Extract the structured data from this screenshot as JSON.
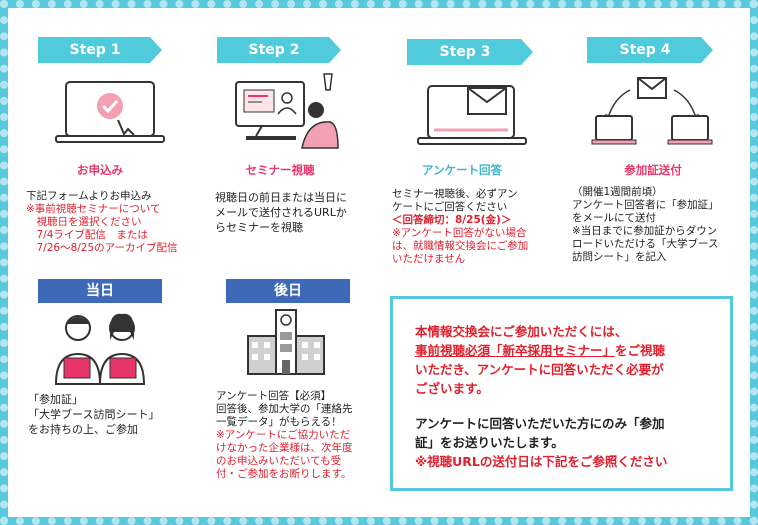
{
  "colors": {
    "frame": "#56c9dd",
    "step_banner": "#4fcbdc",
    "accent_pink": "#e8356a",
    "accent_red": "#e0202d",
    "navy": "#3e68b8"
  },
  "steps": [
    {
      "banner": "Step 1",
      "icon": "laptop-checkmark-icon",
      "title": "お申込み",
      "lines": [
        {
          "text": "下記フォームよりお申込み",
          "color": "black"
        },
        {
          "text": "※事前視聴セミナーについて",
          "color": "red"
        },
        {
          "text": "　視聴日を選択ください",
          "color": "red"
        },
        {
          "text": "　7/4ライブ配信　または",
          "color": "red"
        },
        {
          "text": "　7/26～8/25のアーカイブ配信",
          "color": "red"
        }
      ]
    },
    {
      "banner": "Step 2",
      "icon": "seminar-viewing-icon",
      "title": "セミナー視聴",
      "lines": [
        {
          "text": "視聴日の前日または当日に",
          "color": "black"
        },
        {
          "text": "メールで送付されるURLか",
          "color": "black"
        },
        {
          "text": "らセミナーを視聴",
          "color": "black"
        }
      ]
    },
    {
      "banner": "Step 3",
      "icon": "laptop-mail-icon",
      "title": "アンケート回答",
      "lines": [
        {
          "text": "セミナー視聴後、必ずアン",
          "color": "black"
        },
        {
          "text": "ケートにご回答ください",
          "color": "black"
        },
        {
          "text": "＜回答締切：8/25(金)＞",
          "color": "red"
        },
        {
          "text": "※アンケート回答がない場合",
          "color": "red"
        },
        {
          "text": "は、就職情報交換会にご参加",
          "color": "red"
        },
        {
          "text": "いただけません",
          "color": "red"
        }
      ]
    },
    {
      "banner": "Step 4",
      "icon": "mail-between-laptops-icon",
      "title": "参加証送付",
      "lines": [
        {
          "text": "（開催1週間前頃）",
          "color": "black"
        },
        {
          "text": "アンケート回答者に「参加証」",
          "color": "black"
        },
        {
          "text": "をメールにて送付",
          "color": "black"
        },
        {
          "text": "※当日までに参加証からダウン",
          "color": "black"
        },
        {
          "text": "ロードいただける「大学ブース",
          "color": "black"
        },
        {
          "text": "訪問シート」を記入",
          "color": "black"
        }
      ]
    }
  ],
  "day_of": {
    "banner": "当日",
    "icon": "two-people-with-documents-icon",
    "lines": [
      {
        "text": "「参加証」",
        "color": "black"
      },
      {
        "text": "「大学ブース訪問シート」",
        "color": "black"
      },
      {
        "text": "をお持ちの上、ご参加",
        "color": "black"
      }
    ]
  },
  "after": {
    "banner": "後日",
    "icon": "university-building-icon",
    "lines": [
      {
        "text": "アンケート回答【必須】",
        "color": "black"
      },
      {
        "text": "回答後、参加大学の「連絡先",
        "color": "black"
      },
      {
        "text": "一覧データ」がもらえる！",
        "color": "black"
      },
      {
        "text": "※アンケートにご協力いただ",
        "color": "red"
      },
      {
        "text": "けなかった企業様は、次年度",
        "color": "red"
      },
      {
        "text": "のお申込みいただいても受",
        "color": "red"
      },
      {
        "text": "付・ご参加をお断りします。",
        "color": "red"
      }
    ]
  },
  "notice": {
    "line1": "本情報交換会にご参加いただくには、",
    "line2_pre": "事前視聴必須",
    "line2_quote": "「新卒採用セミナー」",
    "line2_post": "をご視聴",
    "line3": "いただき、アンケートに回答いただく必要が",
    "line4": "ございます。",
    "line5": "アンケートに回答いただいた方にのみ「参加",
    "line6": "証」をお送りいたします。",
    "line7": "※視聴URLの送付日は下記をご参照ください"
  }
}
